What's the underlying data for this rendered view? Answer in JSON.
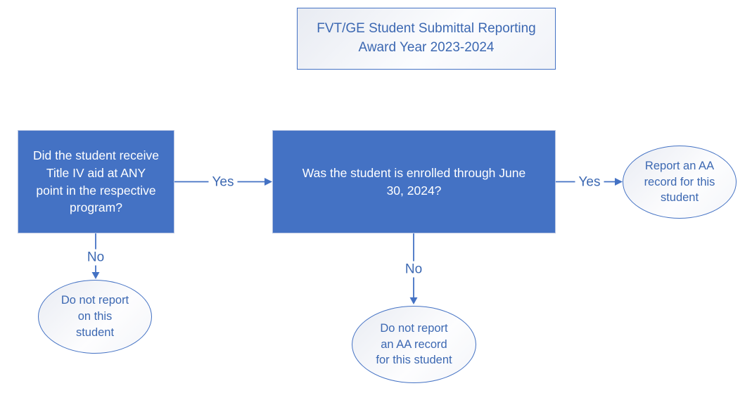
{
  "diagram": {
    "title": {
      "lines": [
        "FVT/GE Student Submittal Reporting",
        "Award Year 2023-2024"
      ]
    },
    "questions": {
      "title_iv": {
        "lines": [
          "Did the student receive",
          "Title IV aid at ANY",
          "point in the respective",
          "program?"
        ]
      },
      "enrolled": {
        "lines": [
          "Was the student is enrolled through June",
          "30, 2024?"
        ]
      }
    },
    "terminals": {
      "do_not_report": {
        "lines": [
          "Do not report",
          "on this",
          "student"
        ]
      },
      "do_not_report_aa": {
        "lines": [
          "Do not report",
          "an AA record",
          "for this student"
        ]
      },
      "report_aa": {
        "lines": [
          "Report an AA",
          "record for this",
          "student"
        ]
      }
    },
    "edge_labels": {
      "q1_yes": "Yes",
      "q1_no": "No",
      "q2_yes": "Yes",
      "q2_no": "No"
    },
    "colors": {
      "node_fill": "#4472C4",
      "connector": "#4472C4",
      "blue_text": "#3C68B2",
      "node_text": "#FFFFFF",
      "subtle_fill_start": "#E9ECF3",
      "subtle_fill_end": "#FFFFFF"
    }
  }
}
